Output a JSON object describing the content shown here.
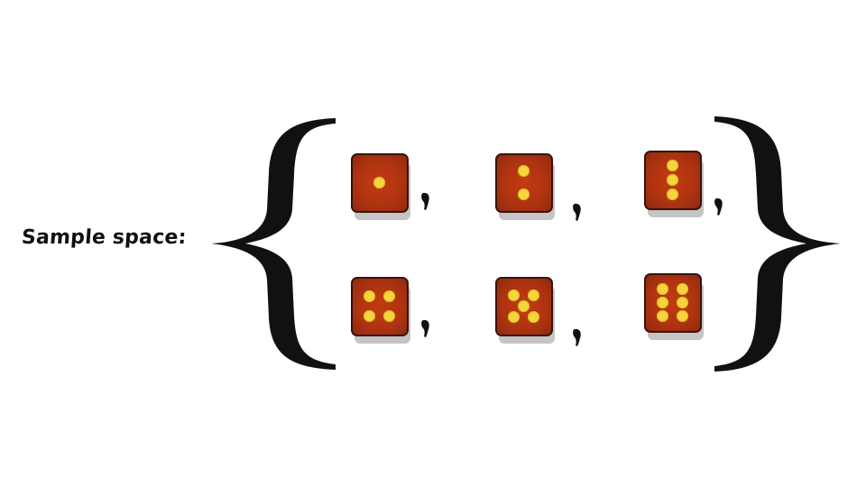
{
  "label": "Sample space:",
  "colors": {
    "die_face": "#b03410",
    "die_border": "#3a120c",
    "pip": "#f5d43c",
    "brace": "#111111",
    "text": "#111111"
  },
  "dice": [
    {
      "name": "die-one",
      "pips": 1
    },
    {
      "name": "die-two",
      "pips": 2
    },
    {
      "name": "die-three",
      "pips": 3
    },
    {
      "name": "die-four",
      "pips": 4
    },
    {
      "name": "die-five",
      "pips": 5
    },
    {
      "name": "die-six",
      "pips": 6
    }
  ]
}
